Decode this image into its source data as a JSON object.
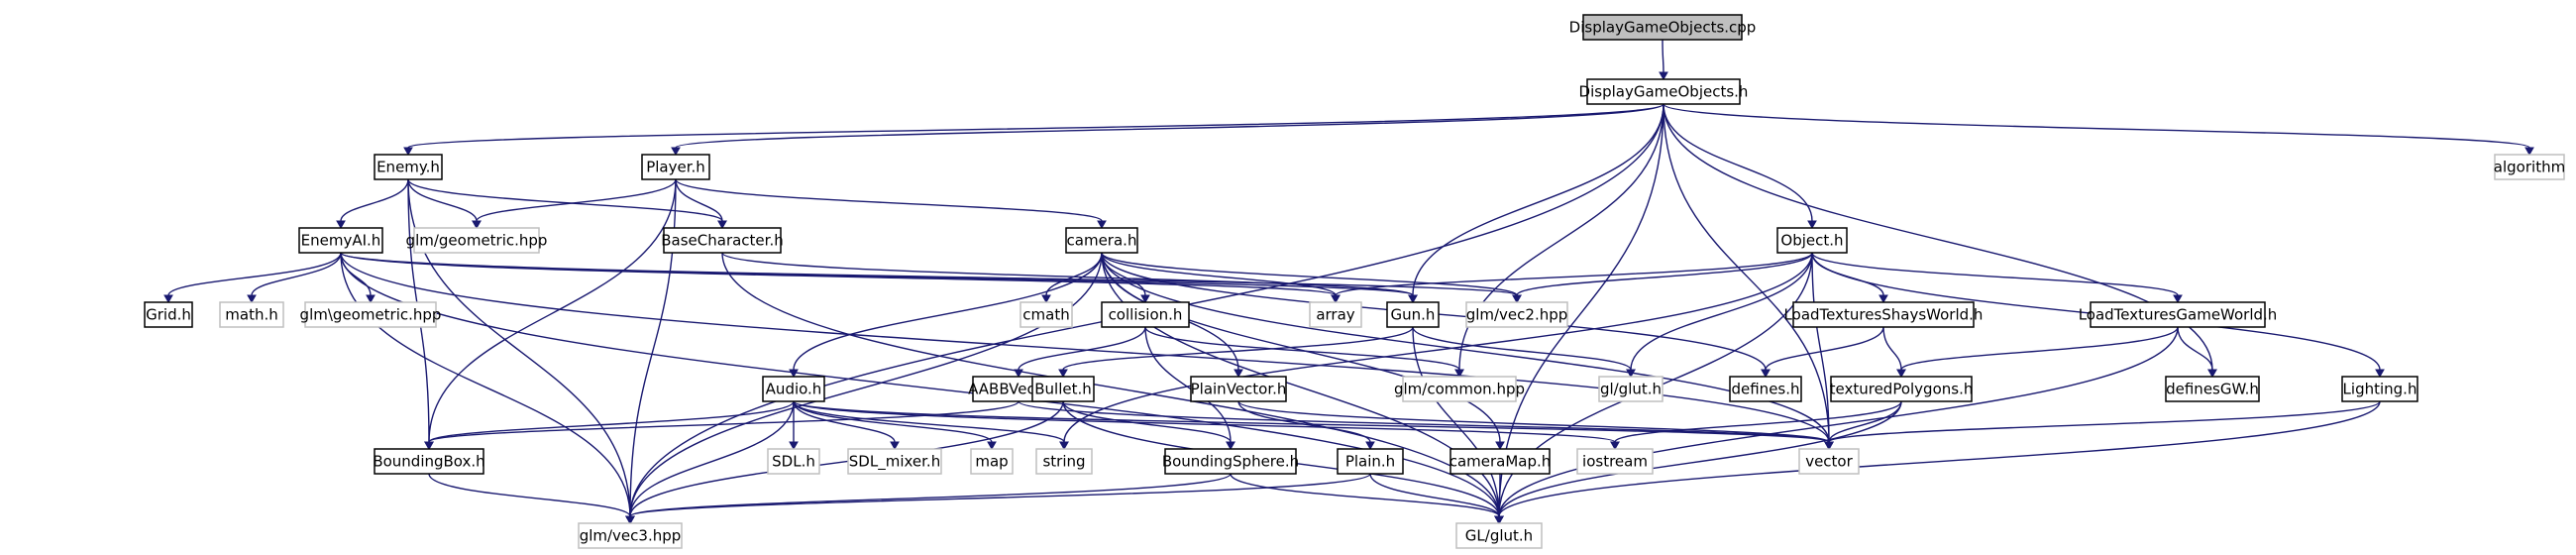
{
  "graph": {
    "nodes": [
      {
        "id": "dgo_cpp",
        "label": "DisplayGameObjects.cpp",
        "kind": "root"
      },
      {
        "id": "dgo_h",
        "label": "DisplayGameObjects.h",
        "kind": "doc"
      },
      {
        "id": "enemy_h",
        "label": "Enemy.h",
        "kind": "doc"
      },
      {
        "id": "player_h",
        "label": "Player.h",
        "kind": "doc"
      },
      {
        "id": "algorithm",
        "label": "algorithm",
        "kind": "ext"
      },
      {
        "id": "enemyai_h",
        "label": "EnemyAI.h",
        "kind": "doc"
      },
      {
        "id": "glm_geo1",
        "label": "glm/geometric.hpp",
        "kind": "ext"
      },
      {
        "id": "basechar_h",
        "label": "BaseCharacter.h",
        "kind": "doc"
      },
      {
        "id": "camera_h",
        "label": "camera.h",
        "kind": "doc"
      },
      {
        "id": "object_h",
        "label": "Object.h",
        "kind": "doc"
      },
      {
        "id": "grid_h",
        "label": "Grid.h",
        "kind": "doc"
      },
      {
        "id": "math_h",
        "label": "math.h",
        "kind": "ext"
      },
      {
        "id": "glm_geo2",
        "label": "glm\\geometric.hpp",
        "kind": "ext"
      },
      {
        "id": "cmath",
        "label": "cmath",
        "kind": "ext"
      },
      {
        "id": "collision_h",
        "label": "collision.h",
        "kind": "doc"
      },
      {
        "id": "array",
        "label": "array",
        "kind": "ext"
      },
      {
        "id": "gun_h",
        "label": "Gun.h",
        "kind": "doc"
      },
      {
        "id": "glm_vec2",
        "label": "glm/vec2.hpp",
        "kind": "ext"
      },
      {
        "id": "ltsw_h",
        "label": "LoadTexturesShaysWorld.h",
        "kind": "doc"
      },
      {
        "id": "ltgw_h",
        "label": "LoadTexturesGameWorld.h",
        "kind": "doc"
      },
      {
        "id": "audio_h",
        "label": "Audio.h",
        "kind": "doc"
      },
      {
        "id": "aabb_h",
        "label": "AABBVector.h",
        "kind": "doc"
      },
      {
        "id": "bullet_h",
        "label": "Bullet.h",
        "kind": "doc"
      },
      {
        "id": "plainvec_h",
        "label": "PlainVector.h",
        "kind": "doc"
      },
      {
        "id": "glm_common",
        "label": "glm/common.hpp",
        "kind": "ext"
      },
      {
        "id": "gl_glut",
        "label": "gl/glut.h",
        "kind": "ext"
      },
      {
        "id": "defines_h",
        "label": "defines.h",
        "kind": "doc"
      },
      {
        "id": "texpoly_h",
        "label": "texturedPolygons.h",
        "kind": "doc"
      },
      {
        "id": "definesgw_h",
        "label": "definesGW.h",
        "kind": "doc"
      },
      {
        "id": "lighting_h",
        "label": "Lighting.h",
        "kind": "doc"
      },
      {
        "id": "boundingbox_h",
        "label": "BoundingBox.h",
        "kind": "doc"
      },
      {
        "id": "sdl_h",
        "label": "SDL.h",
        "kind": "ext"
      },
      {
        "id": "sdl_mixer_h",
        "label": "SDL_mixer.h",
        "kind": "ext"
      },
      {
        "id": "map",
        "label": "map",
        "kind": "ext"
      },
      {
        "id": "string",
        "label": "string",
        "kind": "ext"
      },
      {
        "id": "bsphere_h",
        "label": "BoundingSphere.h",
        "kind": "doc"
      },
      {
        "id": "plain_h",
        "label": "Plain.h",
        "kind": "doc"
      },
      {
        "id": "cameramap_h",
        "label": "cameraMap.h",
        "kind": "doc"
      },
      {
        "id": "iostream",
        "label": "iostream",
        "kind": "ext"
      },
      {
        "id": "vector",
        "label": "vector",
        "kind": "ext"
      },
      {
        "id": "glm_vec3",
        "label": "glm/vec3.hpp",
        "kind": "ext"
      },
      {
        "id": "gl_glut2",
        "label": "GL/glut.h",
        "kind": "ext"
      }
    ],
    "edges": [
      [
        "dgo_cpp",
        "dgo_h"
      ],
      [
        "dgo_h",
        "enemy_h"
      ],
      [
        "dgo_h",
        "player_h"
      ],
      [
        "dgo_h",
        "algorithm"
      ],
      [
        "dgo_h",
        "object_h"
      ],
      [
        "dgo_h",
        "gun_h"
      ],
      [
        "dgo_h",
        "glm_common"
      ],
      [
        "dgo_h",
        "definesgw_h"
      ],
      [
        "dgo_h",
        "vector"
      ],
      [
        "dgo_h",
        "glm_vec3"
      ],
      [
        "dgo_h",
        "gl_glut2"
      ],
      [
        "enemy_h",
        "enemyai_h"
      ],
      [
        "enemy_h",
        "glm_geo1"
      ],
      [
        "enemy_h",
        "basechar_h"
      ],
      [
        "enemy_h",
        "boundingbox_h"
      ],
      [
        "enemy_h",
        "glm_vec3"
      ],
      [
        "player_h",
        "glm_geo1"
      ],
      [
        "player_h",
        "basechar_h"
      ],
      [
        "player_h",
        "camera_h"
      ],
      [
        "player_h",
        "boundingbox_h"
      ],
      [
        "player_h",
        "glm_vec3"
      ],
      [
        "enemyai_h",
        "grid_h"
      ],
      [
        "enemyai_h",
        "math_h"
      ],
      [
        "enemyai_h",
        "glm_geo2"
      ],
      [
        "enemyai_h",
        "array"
      ],
      [
        "enemyai_h",
        "gun_h"
      ],
      [
        "enemyai_h",
        "glm_vec2"
      ],
      [
        "enemyai_h",
        "vector"
      ],
      [
        "enemyai_h",
        "glm_vec3"
      ],
      [
        "enemyai_h",
        "gl_glut2"
      ],
      [
        "basechar_h",
        "gun_h"
      ],
      [
        "basechar_h",
        "gl_glut2"
      ],
      [
        "camera_h",
        "cmath"
      ],
      [
        "camera_h",
        "collision_h"
      ],
      [
        "camera_h",
        "array"
      ],
      [
        "camera_h",
        "glm_vec2"
      ],
      [
        "camera_h",
        "audio_h"
      ],
      [
        "camera_h",
        "plainvec_h"
      ],
      [
        "camera_h",
        "defines_h"
      ],
      [
        "camera_h",
        "cameramap_h"
      ],
      [
        "camera_h",
        "glm_vec3"
      ],
      [
        "camera_h",
        "gl_glut2"
      ],
      [
        "camera_h",
        "vector"
      ],
      [
        "object_h",
        "array"
      ],
      [
        "object_h",
        "glm_vec2"
      ],
      [
        "object_h",
        "ltsw_h"
      ],
      [
        "object_h",
        "ltgw_h"
      ],
      [
        "object_h",
        "lighting_h"
      ],
      [
        "object_h",
        "gl_glut"
      ],
      [
        "object_h",
        "vector"
      ],
      [
        "object_h",
        "gl_glut2"
      ],
      [
        "object_h",
        "string"
      ],
      [
        "collision_h",
        "aabb_h"
      ],
      [
        "collision_h",
        "glm_common"
      ],
      [
        "collision_h",
        "bsphere_h"
      ],
      [
        "gun_h",
        "bullet_h"
      ],
      [
        "gun_h",
        "gl_glut"
      ],
      [
        "gun_h",
        "gl_glut2"
      ],
      [
        "ltsw_h",
        "defines_h"
      ],
      [
        "ltsw_h",
        "texpoly_h"
      ],
      [
        "ltgw_h",
        "definesgw_h"
      ],
      [
        "ltgw_h",
        "texpoly_h"
      ],
      [
        "ltgw_h",
        "gl_glut2"
      ],
      [
        "texpoly_h",
        "vector"
      ],
      [
        "texpoly_h",
        "iostream"
      ],
      [
        "texpoly_h",
        "gl_glut2"
      ],
      [
        "lighting_h",
        "vector"
      ],
      [
        "lighting_h",
        "gl_glut2"
      ],
      [
        "audio_h",
        "boundingbox_h"
      ],
      [
        "audio_h",
        "sdl_h"
      ],
      [
        "audio_h",
        "sdl_mixer_h"
      ],
      [
        "audio_h",
        "map"
      ],
      [
        "audio_h",
        "string"
      ],
      [
        "audio_h",
        "iostream"
      ],
      [
        "audio_h",
        "glm_vec3"
      ],
      [
        "audio_h",
        "vector"
      ],
      [
        "aabb_h",
        "boundingbox_h"
      ],
      [
        "aabb_h",
        "vector"
      ],
      [
        "bullet_h",
        "bsphere_h"
      ],
      [
        "bullet_h",
        "glm_vec3"
      ],
      [
        "bullet_h",
        "gl_glut2"
      ],
      [
        "plainvec_h",
        "plain_h"
      ],
      [
        "plainvec_h",
        "vector"
      ],
      [
        "boundingbox_h",
        "glm_vec3"
      ],
      [
        "bsphere_h",
        "glm_vec3"
      ],
      [
        "bsphere_h",
        "gl_glut2"
      ],
      [
        "plain_h",
        "glm_vec3"
      ],
      [
        "plain_h",
        "gl_glut2"
      ],
      [
        "cameramap_h",
        "gl_glut2"
      ]
    ]
  }
}
